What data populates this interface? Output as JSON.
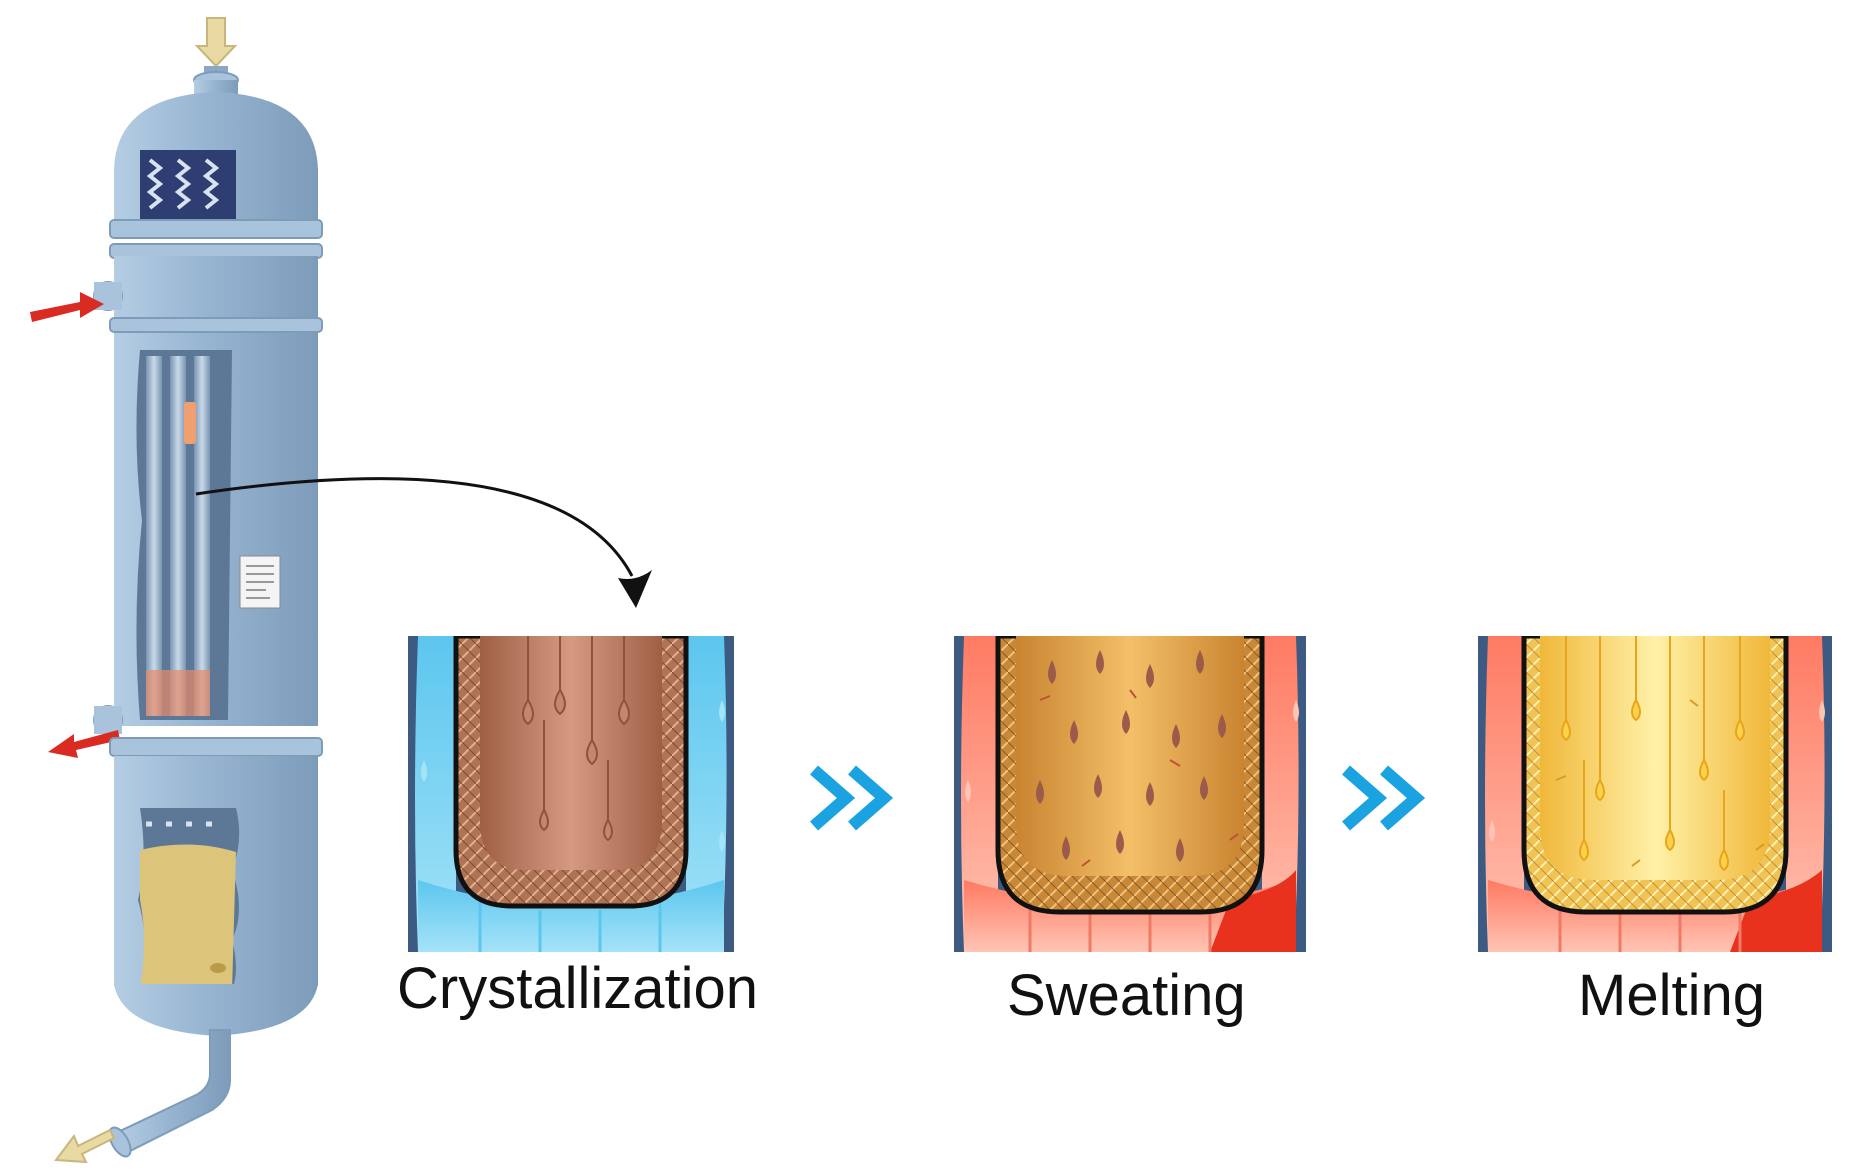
{
  "stages": [
    {
      "label": "Crystallization"
    },
    {
      "label": "Sweating"
    },
    {
      "label": "Melting"
    }
  ],
  "colors": {
    "vessel": "#97b5d1",
    "vessel_shadow": "#7d9cba",
    "vessel_highlight": "#b4cde3",
    "heat_exchanger_window": "#2e3e73",
    "arrow_feed": "#e9d9a2",
    "arrow_heat": "#d92b22",
    "stage_chevron": "#1aa3e0",
    "panel_frame": "#3c5a82",
    "coolant": "#75d1f2",
    "heating_medium": "#ff8c75",
    "crystal_brown": "#b87552",
    "crystal_orange": "#d9953a",
    "crystal_yellow": "#f9d65a",
    "droplet_brown": "#9c5a4a",
    "droplet_yellow": "#ffe9a0"
  }
}
